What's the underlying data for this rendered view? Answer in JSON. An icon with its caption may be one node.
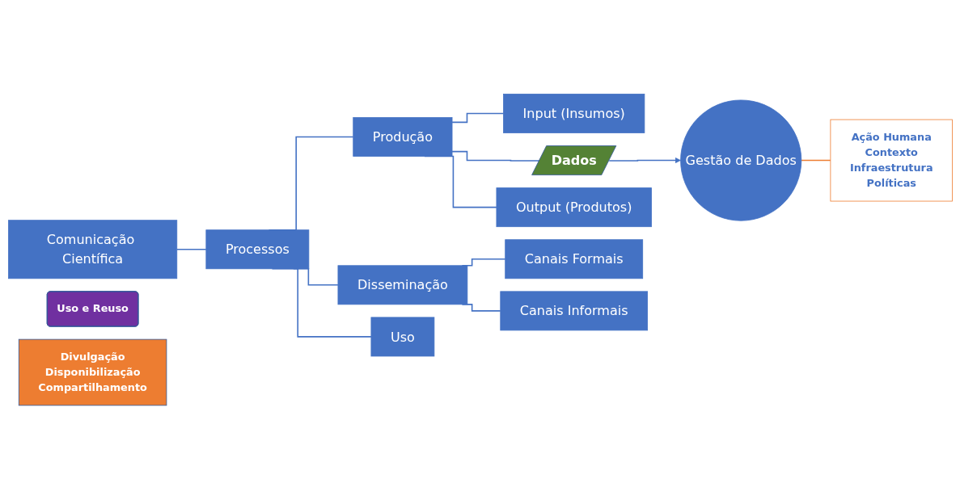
{
  "diagram": {
    "nodes": [
      {
        "text": [
          "Comunicação Científica"
        ]
      },
      {
        "text": [
          "Processos"
        ]
      },
      {
        "text": [
          "Produção"
        ]
      },
      {
        "text": [
          "Disseminação"
        ]
      },
      {
        "text": [
          "Uso"
        ]
      },
      {
        "text": [
          "Uso e Reuso"
        ]
      },
      {
        "text": [
          "Input (Insumos)"
        ]
      },
      {
        "text": [
          "Dados"
        ]
      },
      {
        "text": [
          "Output (Produtos)"
        ]
      },
      {
        "text": [
          "Gestão de Dados"
        ]
      },
      {
        "text": [
          "Ação Humana",
          "Contexto",
          "Infraestrutura",
          "Políticas"
        ]
      },
      {
        "text": [
          "Canais Formais"
        ]
      },
      {
        "text": [
          "Divulgação",
          "Disponibilização",
          "Compartilhamento"
        ]
      },
      {
        "text": [
          "Canais Informais"
        ]
      }
    ],
    "edges": [
      {
        "from": 0,
        "to": 1,
        "arrow": "none"
      },
      {
        "from": 1,
        "to": 2,
        "arrow": "none"
      },
      {
        "from": 1,
        "to": 3,
        "arrow": "none"
      },
      {
        "from": 1,
        "to": 4,
        "arrow": "none"
      },
      {
        "from": 2,
        "to": 6,
        "arrow": "none"
      },
      {
        "from": 2,
        "to": 7,
        "arrow": "none"
      },
      {
        "from": 2,
        "to": 8,
        "arrow": "none"
      },
      {
        "from": 7,
        "to": 9,
        "arrow": "to"
      },
      {
        "from": 9,
        "to": 10,
        "arrow": "none",
        "color": "#ed7d31"
      },
      {
        "from": 3,
        "to": 11,
        "arrow": "none"
      },
      {
        "from": 3,
        "to": 13,
        "arrow": "none"
      }
    ]
  }
}
